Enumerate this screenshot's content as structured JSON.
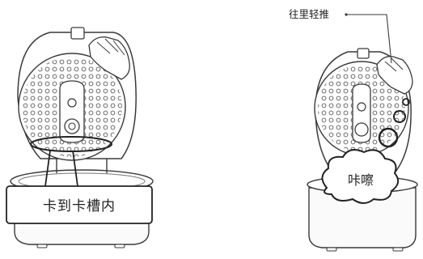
{
  "figure": {
    "left_callout": "卡到卡槽内",
    "right_callout": "往里轻推",
    "sound_bubble": "咔嚓"
  },
  "colors": {
    "line": "#3a3a3a",
    "light_line": "#8a8a8a",
    "fill_light": "#f6f6f6",
    "background": "#ffffff"
  },
  "icons": [
    "hand-icon",
    "cloud-bubble-icon"
  ]
}
